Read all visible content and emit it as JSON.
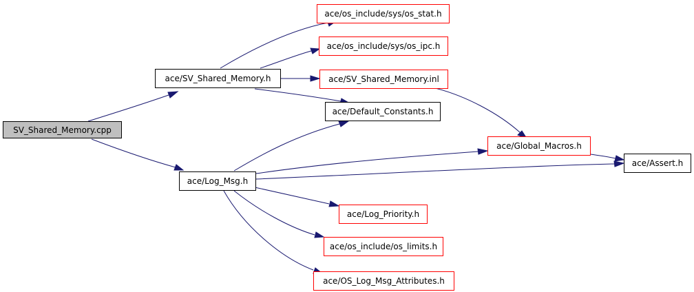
{
  "diagram": {
    "colors": {
      "edge": "#191970",
      "external_border": "#ff0000",
      "root_fill": "#bfbfbf"
    },
    "nodes": [
      {
        "id": "n0",
        "label": "SV_Shared_Memory.cpp",
        "kind": "root"
      },
      {
        "id": "n1",
        "label": "ace/SV_Shared_Memory.h",
        "kind": "documented"
      },
      {
        "id": "n2",
        "label": "ace/os_include/sys/os_stat.h",
        "kind": "external"
      },
      {
        "id": "n3",
        "label": "ace/os_include/sys/os_ipc.h",
        "kind": "external"
      },
      {
        "id": "n4",
        "label": "ace/SV_Shared_Memory.inl",
        "kind": "external"
      },
      {
        "id": "n5",
        "label": "ace/Default_Constants.h",
        "kind": "documented"
      },
      {
        "id": "n6",
        "label": "ace/Global_Macros.h",
        "kind": "external"
      },
      {
        "id": "n7",
        "label": "ace/Assert.h",
        "kind": "documented"
      },
      {
        "id": "n8",
        "label": "ace/Log_Msg.h",
        "kind": "documented"
      },
      {
        "id": "n9",
        "label": "ace/Log_Priority.h",
        "kind": "external"
      },
      {
        "id": "n10",
        "label": "ace/os_include/os_limits.h",
        "kind": "external"
      },
      {
        "id": "n11",
        "label": "ace/OS_Log_Msg_Attributes.h",
        "kind": "external"
      }
    ],
    "edges": [
      {
        "from": "n0",
        "to": "n1"
      },
      {
        "from": "n0",
        "to": "n8"
      },
      {
        "from": "n1",
        "to": "n2"
      },
      {
        "from": "n1",
        "to": "n3"
      },
      {
        "from": "n1",
        "to": "n4"
      },
      {
        "from": "n1",
        "to": "n5"
      },
      {
        "from": "n4",
        "to": "n6"
      },
      {
        "from": "n6",
        "to": "n7"
      },
      {
        "from": "n8",
        "to": "n5"
      },
      {
        "from": "n8",
        "to": "n6"
      },
      {
        "from": "n8",
        "to": "n7"
      },
      {
        "from": "n8",
        "to": "n9"
      },
      {
        "from": "n8",
        "to": "n10"
      },
      {
        "from": "n8",
        "to": "n11"
      }
    ]
  }
}
